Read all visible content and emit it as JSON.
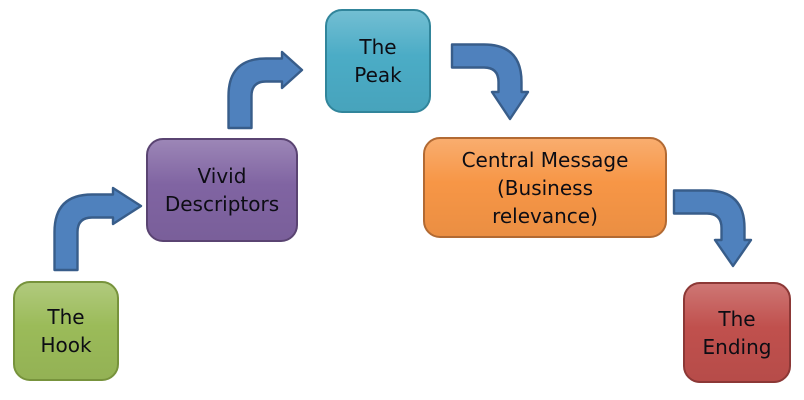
{
  "diagram": {
    "type": "flow-diagram",
    "description_of_flow": "The Hook -> Vivid Descriptors -> The Peak -> Central Message (Business relevance) -> The Ending"
  },
  "nodes": [
    {
      "id": "the-hook",
      "label": "The\nHook",
      "fill": "#9bbb59",
      "border": "#77933c"
    },
    {
      "id": "vivid-descriptors",
      "label": "Vivid\nDescriptors",
      "fill": "#8064a2",
      "border": "#5a4472"
    },
    {
      "id": "the-peak",
      "label": "The\nPeak",
      "fill": "#4bacc6",
      "border": "#31859b"
    },
    {
      "id": "central-message",
      "label": "Central Message\n(Business\nrelevance)",
      "fill": "#f79646",
      "border": "#b26a33"
    },
    {
      "id": "the-ending",
      "label": "The\nEnding",
      "fill": "#c0504d",
      "border": "#8c3836"
    }
  ],
  "arrows": {
    "fill": "#4f81bd",
    "border": "#385d8a",
    "items": [
      {
        "name": "hook-to-vivid-descriptors",
        "shape": "bent-up-then-right"
      },
      {
        "name": "vivid-descriptors-to-peak",
        "shape": "bent-up-then-right"
      },
      {
        "name": "peak-to-central-message",
        "shape": "bent-right-then-down"
      },
      {
        "name": "central-message-to-ending",
        "shape": "bent-right-then-down"
      }
    ]
  },
  "colors": {
    "background": "#ffffff",
    "text": "#0d0d14"
  }
}
